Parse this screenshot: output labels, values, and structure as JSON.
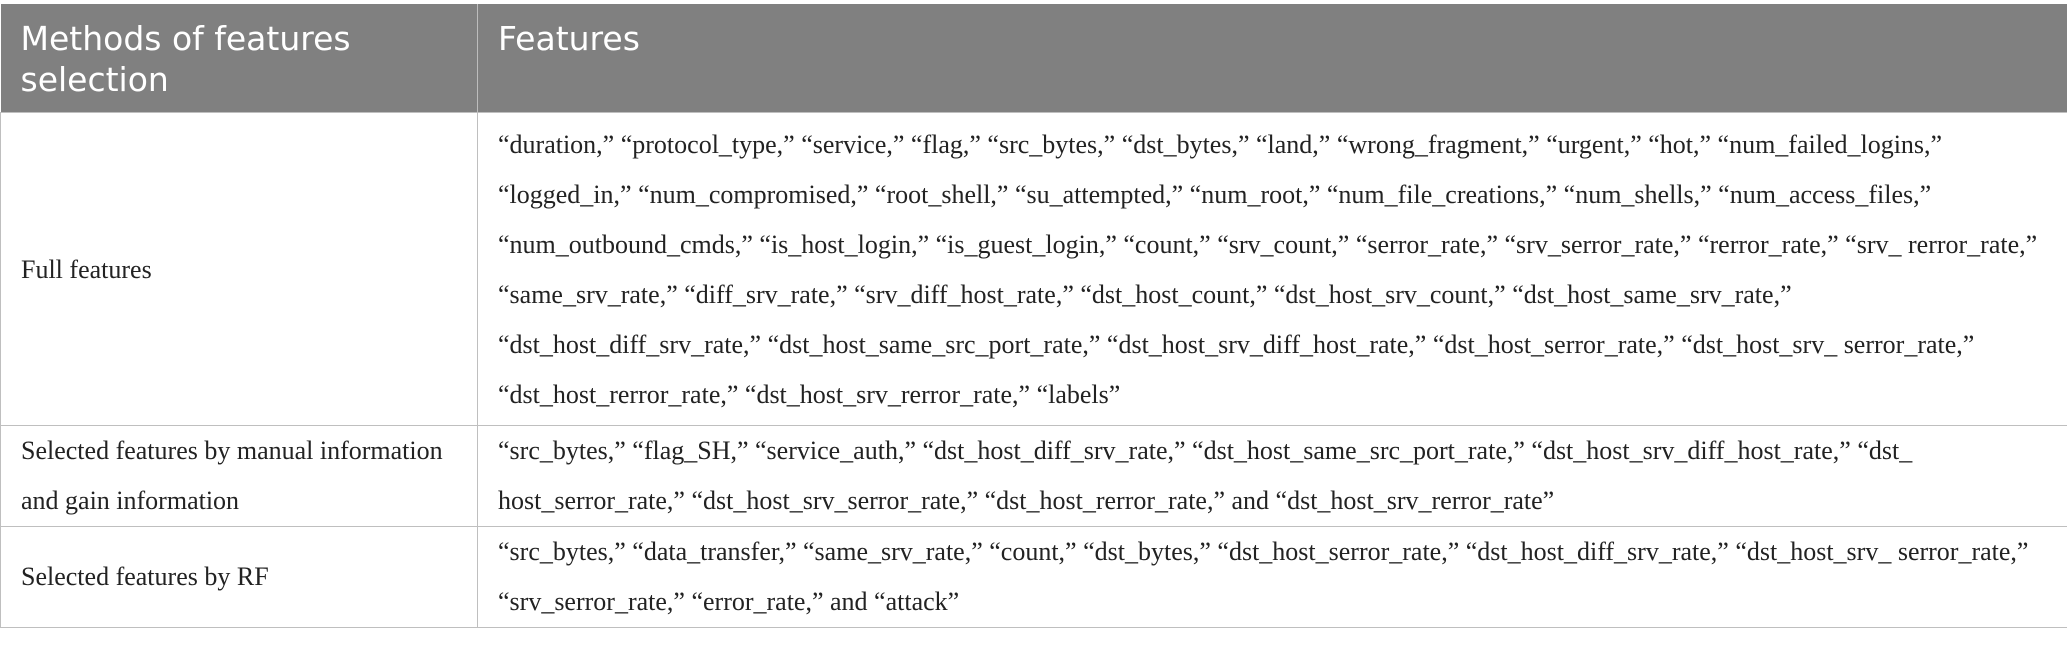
{
  "table": {
    "headers": [
      "Methods of features selection",
      "Features"
    ],
    "rows": [
      {
        "method": "Full features",
        "features": "“duration,” “protocol_type,” “service,” “flag,” “src_bytes,” “dst_bytes,” “land,” “wrong_fragment,” “urgent,” “hot,” “num_failed_logins,” “logged_in,” “num_compromised,” “root_shell,” “su_attempted,” “num_root,” “num_file_creations,” “num_shells,” “num_access_files,” “num_outbound_cmds,” “is_host_login,” “is_guest_login,” “count,” “srv_count,” “serror_rate,” “srv_serror_rate,” “rerror_rate,” “srv_ rerror_rate,” “same_srv_rate,” “diff_srv_rate,” “srv_diff_host_rate,” “dst_host_count,” “dst_host_srv_count,” “dst_host_same_srv_rate,” “dst_host_diff_srv_rate,” “dst_host_same_src_port_rate,” “dst_host_srv_diff_host_rate,” “dst_host_serror_rate,” “dst_host_srv_ serror_rate,” “dst_host_rerror_rate,” “dst_host_srv_rerror_rate,” “labels”"
      },
      {
        "method": "Selected features by manual information and gain information",
        "features": "“src_bytes,” “flag_SH,” “service_auth,” “dst_host_diff_srv_rate,” “dst_host_same_src_port_rate,” “dst_host_srv_diff_host_rate,” “dst_ host_serror_rate,” “dst_host_srv_serror_rate,” “dst_host_rerror_rate,” and “dst_host_srv_rerror_rate”"
      },
      {
        "method": "Selected features by RF",
        "features": "“src_bytes,” “data_transfer,” “same_srv_rate,” “count,” “dst_bytes,” “dst_host_serror_rate,” “dst_host_diff_srv_rate,” “dst_host_srv_ serror_rate,” “srv_serror_rate,” “error_rate,” and “attack”"
      }
    ]
  },
  "colors": {
    "header_bg": "#808080",
    "header_text": "#ffffff",
    "body_text": "#222222",
    "border": "#bfbfbf"
  }
}
